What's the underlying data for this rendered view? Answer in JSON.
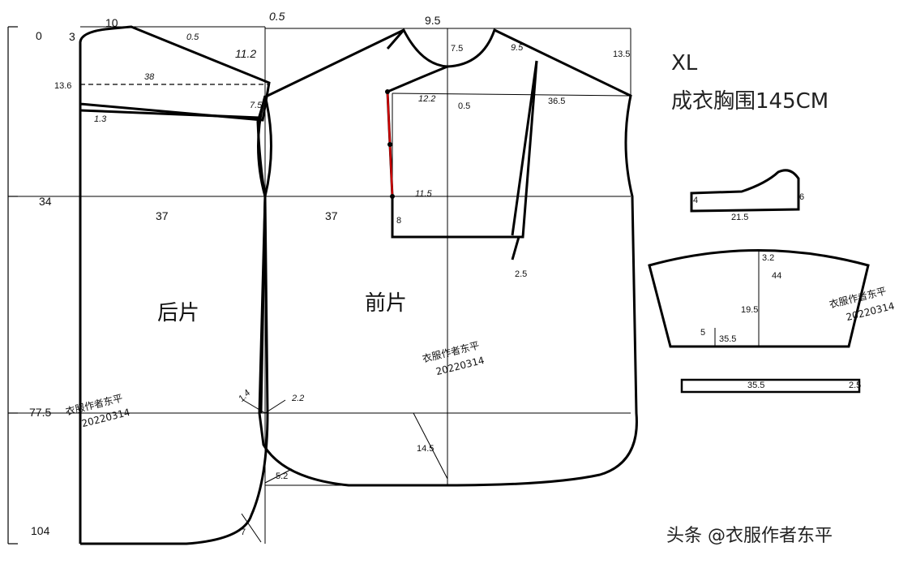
{
  "header": {
    "size": "XL",
    "bust": "成衣胸围145CM"
  },
  "vertical_ruler": [
    "0",
    "34",
    "77.5",
    "104"
  ],
  "pieces": {
    "back": "后片",
    "front": "前片"
  },
  "dims": {
    "top_10": "10",
    "top_0_5": "0.5",
    "top_9_5": "9.5",
    "back_3": "3",
    "back_0_5": "0.5",
    "back_11_2": "11.2",
    "back_13_6": "13.6",
    "back_38": "38",
    "back_7_5": "7.5",
    "back_1_3": "1.3",
    "front_7_5": "7.5",
    "front_9_5": "9.5",
    "front_13_5": "13.5",
    "front_12_2": "12.2",
    "front_0_5": "0.5",
    "front_36_5": "36.5",
    "front_11_5": "11.5",
    "front_8": "8",
    "front_2_5": "2.5",
    "width_37_back": "37",
    "width_37_front": "37",
    "slit_14": "1.4",
    "slit_22": "2.2",
    "hem_14_5": "14.5",
    "hem_5_2": "5.2",
    "hem_7": "7"
  },
  "collar_piece": {
    "h1": "4",
    "length": "21.5",
    "h2": "6"
  },
  "sleeve_piece": {
    "top": "3.2",
    "width": "44",
    "height": "19.5",
    "cuff_h": "5",
    "cuff_w": "35.5"
  },
  "band_piece": {
    "length": "35.5",
    "width": "2.5"
  },
  "watermarks": {
    "author": "衣服作者东平",
    "date": "20220314"
  },
  "footer": "头条 @衣服作者东平",
  "colors": {
    "line": "#000000",
    "highlight": "#cc0000"
  }
}
